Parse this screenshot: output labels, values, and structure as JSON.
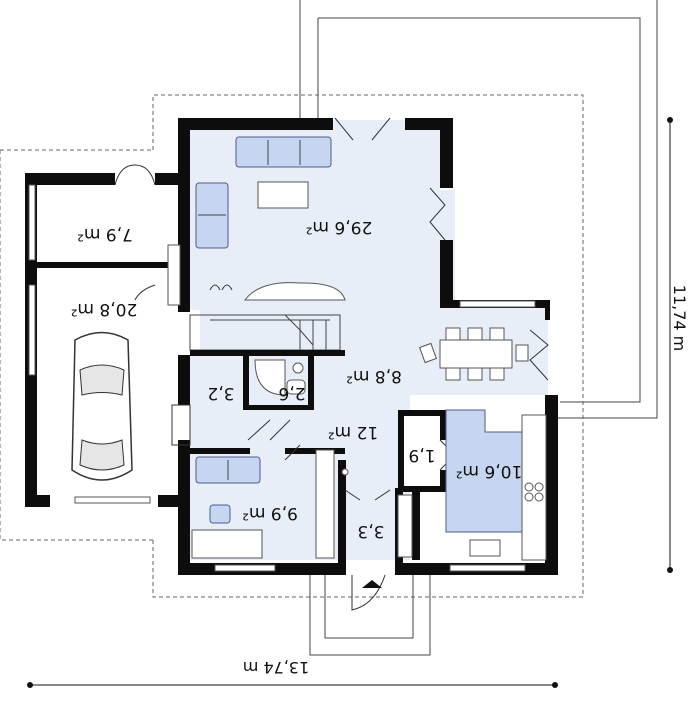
{
  "rooms": {
    "r_7_9": "7,9 m²",
    "r_20_8": "20,8 m²",
    "r_29_6": "29,6 m²",
    "r_8_8": "8,8 m²",
    "r_3_2": "3,2",
    "r_2_6": "2,6",
    "r_12": "12 m²",
    "r_1_9": "1,9",
    "r_10_6": "10,6 m²",
    "r_9_9": "9,9 m²",
    "r_3_3": "3,3"
  },
  "dimensions": {
    "width": "13,74 m",
    "height": "11,74 m"
  },
  "colors": {
    "floor": "#e8eef8",
    "furniture": "#c7d6f0",
    "wall": "#0d0d0d"
  }
}
